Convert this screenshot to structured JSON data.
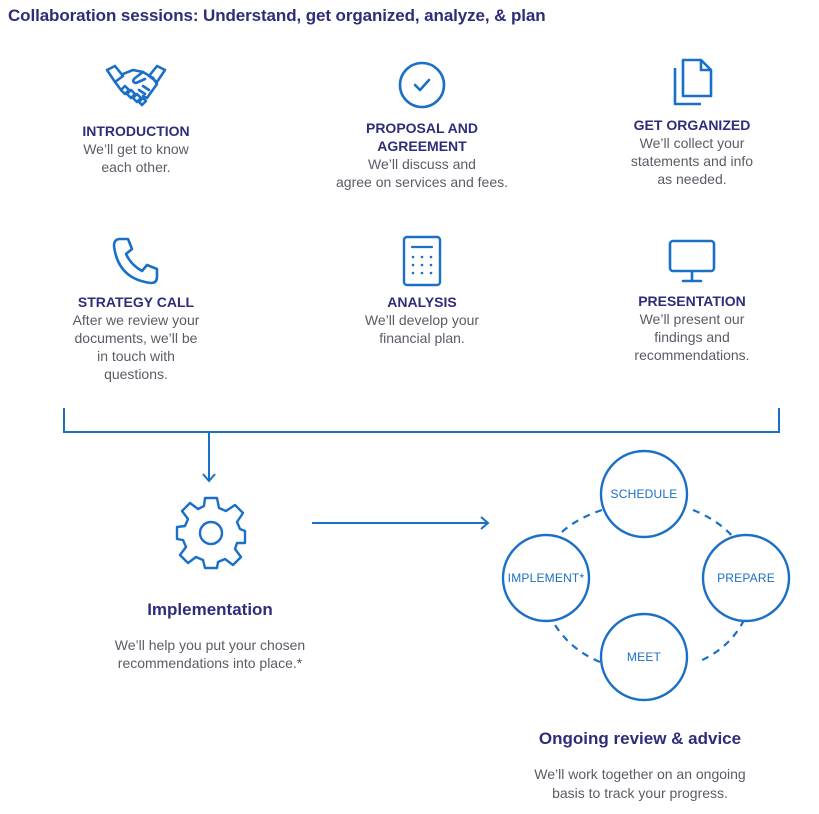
{
  "title": "Collaboration sessions: Understand, get organized, analyze, & plan",
  "steps": [
    {
      "icon": "handshake-icon",
      "head": "INTRODUCTION",
      "desc": "We’ll get to know\neach other."
    },
    {
      "icon": "checkmark-circle-icon",
      "head": "PROPOSAL AND\nAGREEMENT",
      "desc": "We’ll discuss and\nagree on services and fees."
    },
    {
      "icon": "documents-icon",
      "head": "GET ORGANIZED",
      "desc": "We’ll collect your\nstatements and info\nas needed."
    },
    {
      "icon": "phone-icon",
      "head": "STRATEGY CALL",
      "desc": "After we review your\ndocuments, we’ll be\nin touch with\nquestions."
    },
    {
      "icon": "calculator-icon",
      "head": "ANALYSIS",
      "desc": "We’ll develop your\nfinancial plan."
    },
    {
      "icon": "monitor-icon",
      "head": "PRESENTATION",
      "desc": "We’ll present our\nfindings and\nrecommendations."
    }
  ],
  "implementation": {
    "icon": "gear-icon",
    "title": "Implementation",
    "desc": "We’ll help you put your chosen\nrecommendations into place.*"
  },
  "cycle": {
    "nodes": [
      "SCHEDULE",
      "PREPARE",
      "MEET",
      "IMPLEMENT*"
    ],
    "title": "Ongoing review & advice",
    "desc": "We’ll work together on an ongoing\nbasis to track your progress."
  },
  "colors": {
    "navy": "#2e2d7a",
    "blue": "#1a6fc6",
    "text": "#5b5b66"
  }
}
